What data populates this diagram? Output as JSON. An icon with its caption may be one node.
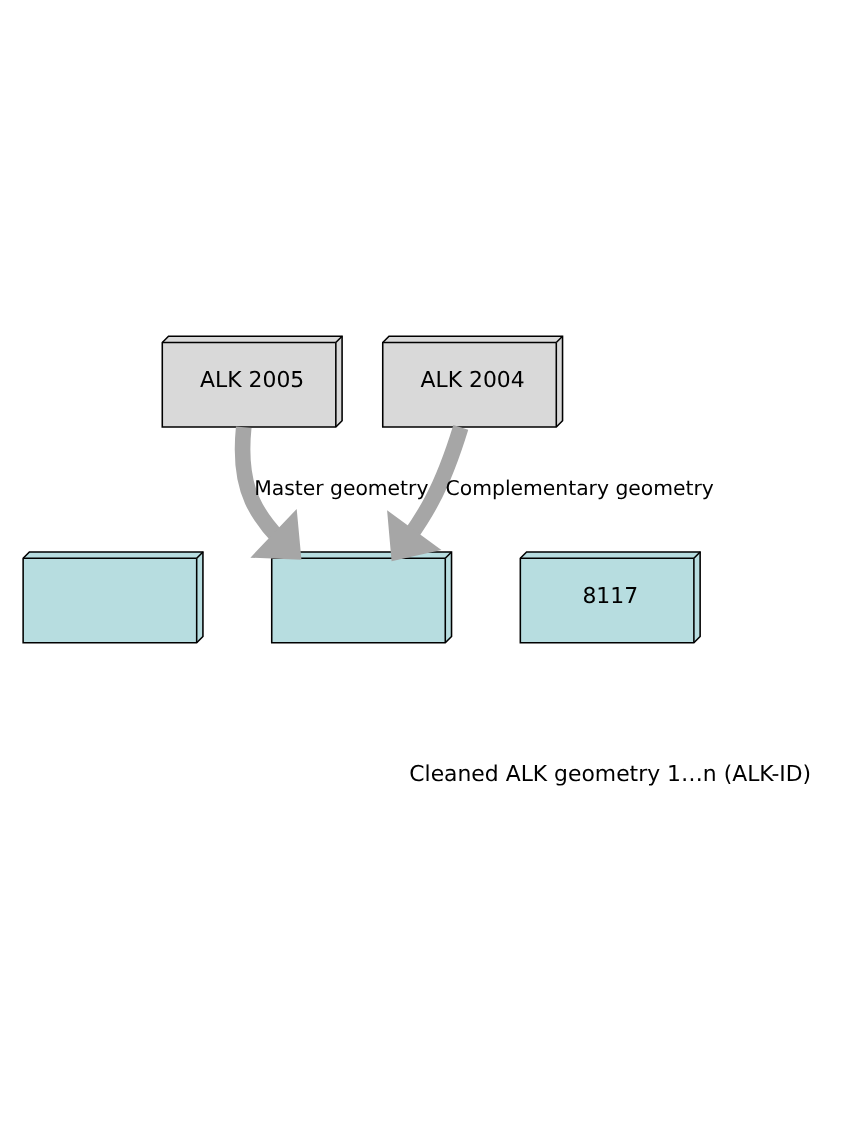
{
  "diagram": {
    "nodes": [
      {
        "text": [
          "ALK 2005"
        ]
      },
      {
        "text": [
          "ALK 2004"
        ]
      },
      {
        "text": [],
        "shape": "box"
      },
      {
        "text": [],
        "shape": "box"
      },
      {
        "text": [
          "8117"
        ]
      }
    ],
    "edges": [
      {
        "from": 0,
        "to": 3,
        "arrow": "to",
        "label": "Master geometry"
      },
      {
        "from": 1,
        "to": 3,
        "arrow": "to",
        "label": "Complementary geometry"
      }
    ],
    "labels": [
      "Cleaned ALK geometry 1…n (ALK-ID)"
    ]
  }
}
